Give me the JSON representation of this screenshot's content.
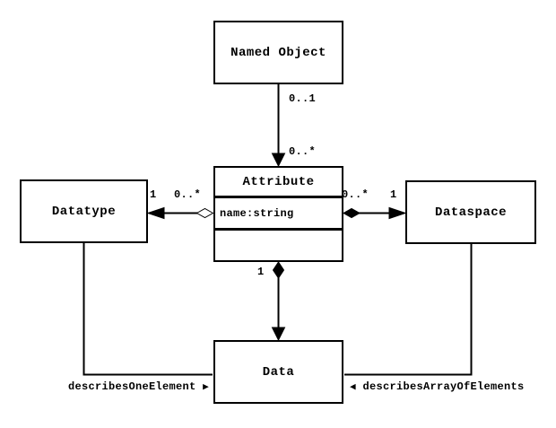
{
  "diagram": {
    "kind": "uml-class-diagram",
    "colors": {
      "background": "#ffffff",
      "line": "#000000",
      "box_fill": "#ffffff"
    },
    "classes": {
      "named_object": {
        "name": "Named Object"
      },
      "attribute": {
        "name": "Attribute",
        "attribute_row": "name:string"
      },
      "datatype": {
        "name": "Datatype"
      },
      "dataspace": {
        "name": "Dataspace"
      },
      "data": {
        "name": "Data"
      }
    },
    "edges": {
      "named_object_to_attribute": {
        "end_icons": "arrowhead at Attribute",
        "source_multiplicity": "0..1",
        "target_multiplicity": "0..*"
      },
      "attribute_to_datatype": {
        "end_icons": "open diamond at Attribute, arrowhead at Datatype",
        "source_multiplicity": "0..*",
        "target_multiplicity": "1"
      },
      "attribute_to_dataspace": {
        "end_icons": "filled diamond at Attribute, arrowhead at Dataspace",
        "source_multiplicity": "0..*",
        "target_multiplicity": "1"
      },
      "attribute_to_data": {
        "end_icons": "filled diamond at Attribute, arrowhead at Data",
        "source_multiplicity": "1"
      },
      "datatype_to_data": {
        "label": "describesOneElement",
        "direction_icon": "▶"
      },
      "dataspace_to_data": {
        "label": "describesArrayOfElements",
        "direction_icon": "◀"
      }
    }
  }
}
